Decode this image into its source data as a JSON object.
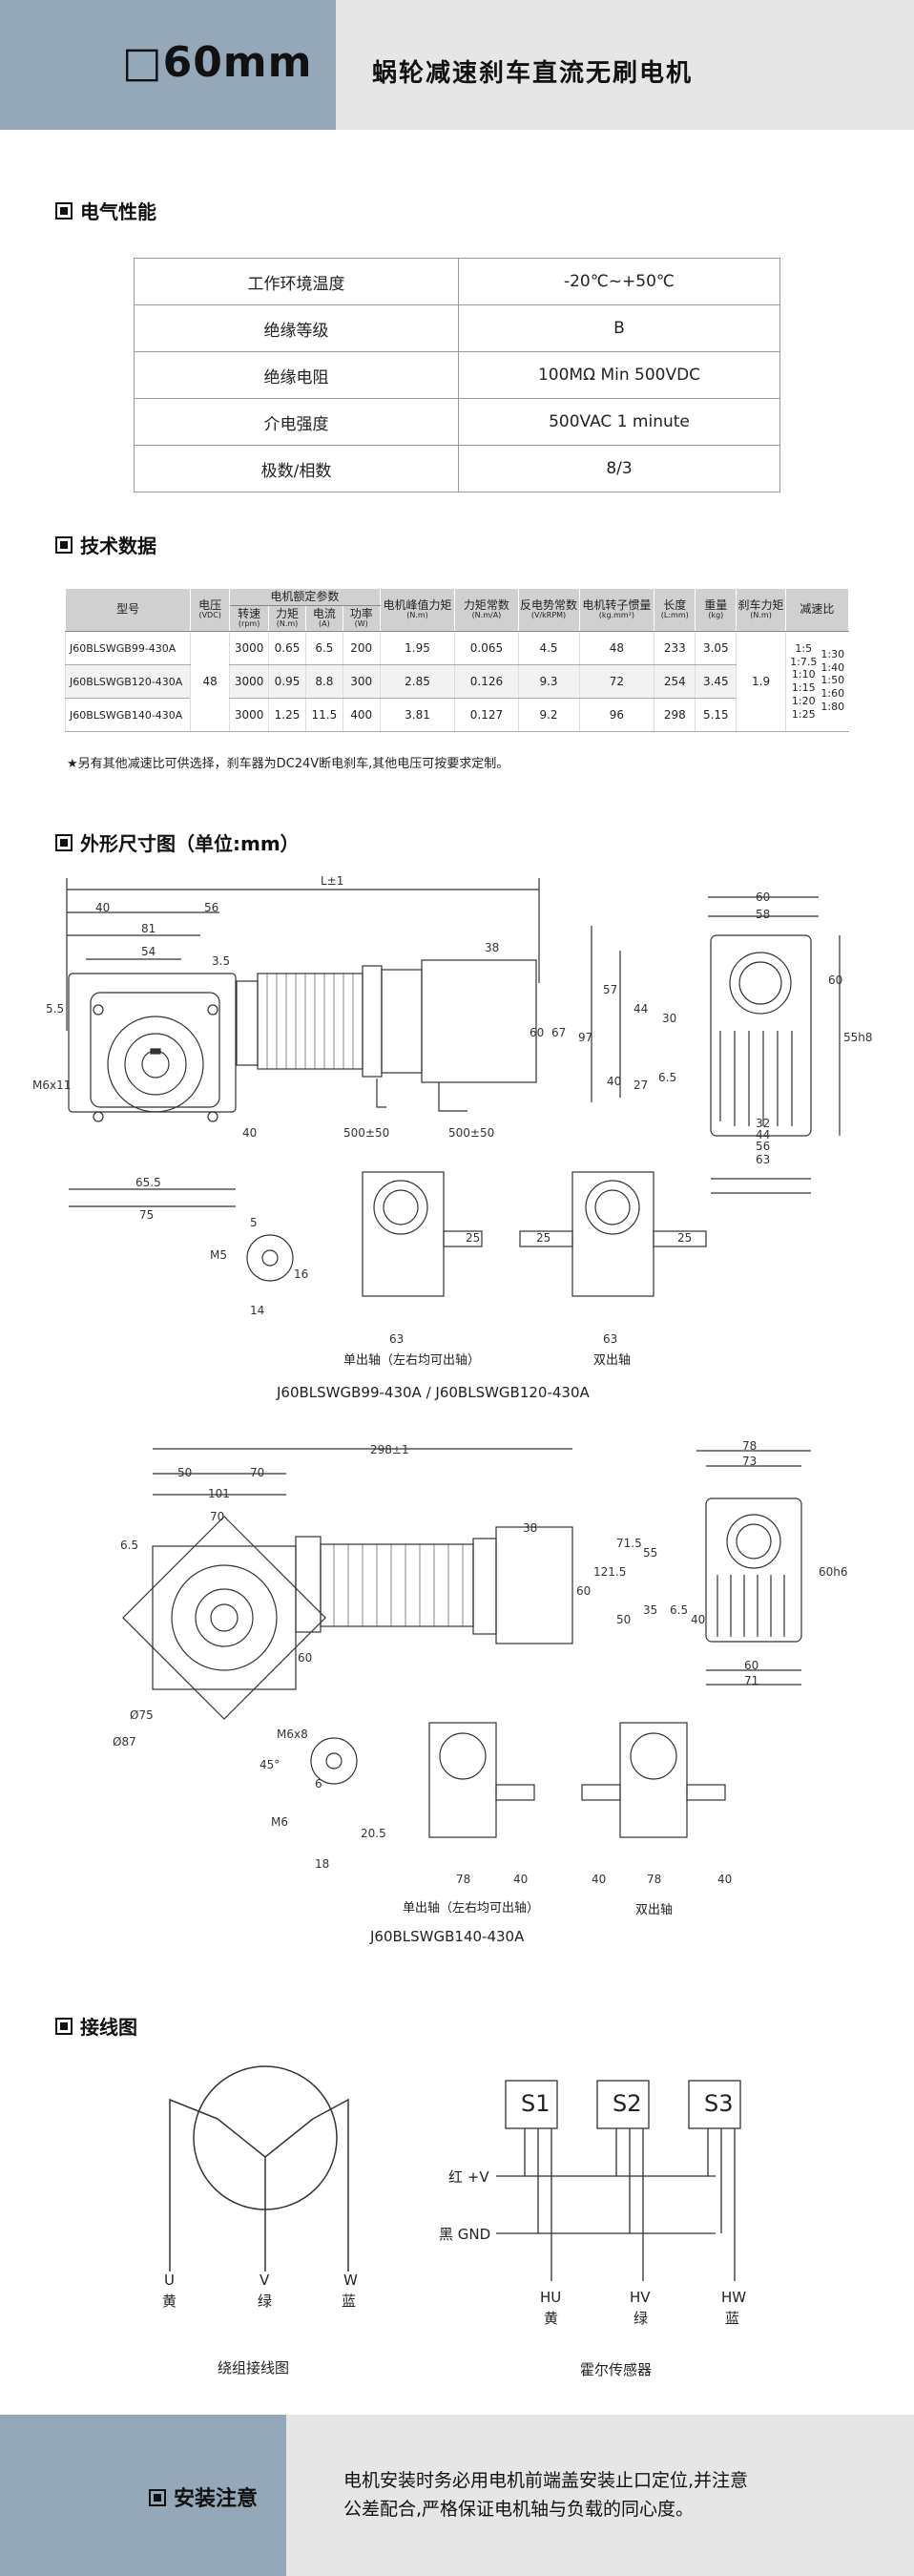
{
  "header": {
    "title": "□60mm",
    "subtitle": "蜗轮减速刹车直流无刷电机"
  },
  "sections": {
    "electrical": "电气性能",
    "tech": "技术数据",
    "dimension": "外形尺寸图（单位:mm）",
    "wiring": "接线图"
  },
  "electrical_rows": [
    {
      "label": "工作环境温度",
      "value": "-20℃~+50℃"
    },
    {
      "label": "绝缘等级",
      "value": "B"
    },
    {
      "label": "绝缘电阻",
      "value": "100MΩ Min 500VDC"
    },
    {
      "label": "介电强度",
      "value": "500VAC 1 minute"
    },
    {
      "label": "极数/相数",
      "value": "8/3"
    }
  ],
  "tech_table": {
    "headers": {
      "model": "型号",
      "voltage": "电压",
      "voltage_unit": "(VDC)",
      "rated": "电机额定参数",
      "speed": "转速",
      "speed_unit": "(rpm)",
      "torque": "力矩",
      "torque_unit": "(N.m)",
      "current": "电流",
      "current_unit": "(A)",
      "power": "功率",
      "power_unit": "(W)",
      "peak": "电机峰值力矩",
      "peak_unit": "(N.m)",
      "kt": "力矩常数",
      "kt_unit": "(N.m/A)",
      "ke": "反电势常数",
      "ke_unit": "(V/kRPM)",
      "inertia": "电机转子惯量",
      "inertia_unit": "(kg.mm²)",
      "length": "长度",
      "length_unit": "(L:mm)",
      "weight": "重量",
      "weight_unit": "(kg)",
      "brake": "刹车力矩",
      "brake_unit": "(N.m)",
      "ratio": "减速比"
    },
    "voltage": "48",
    "brake": "1.9",
    "ratios_a": [
      "1:5",
      "1:7.5",
      "1:10",
      "1:15",
      "1:20",
      "1:25"
    ],
    "ratios_b": [
      "1:30",
      "1:40",
      "1:50",
      "1:60",
      "1:80"
    ],
    "rows": [
      {
        "model": "J60BLSWGB99-430A",
        "speed": "3000",
        "torque": "0.65",
        "current": "6.5",
        "power": "200",
        "peak": "1.95",
        "kt": "0.065",
        "ke": "4.5",
        "inertia": "48",
        "length": "233",
        "weight": "3.05"
      },
      {
        "model": "J60BLSWGB120-430A",
        "speed": "3000",
        "torque": "0.95",
        "current": "8.8",
        "power": "300",
        "peak": "2.85",
        "kt": "0.126",
        "ke": "9.3",
        "inertia": "72",
        "length": "254",
        "weight": "3.45"
      },
      {
        "model": "J60BLSWGB140-430A",
        "speed": "3000",
        "torque": "1.25",
        "current": "11.5",
        "power": "400",
        "peak": "3.81",
        "kt": "0.127",
        "ke": "9.2",
        "inertia": "96",
        "length": "298",
        "weight": "5.15"
      }
    ],
    "note": "★另有其他减速比可供选择，刹车器为DC24V断电刹车,其他电压可按要求定制。"
  },
  "drawing1": {
    "dims": [
      "L±1",
      "40",
      "56",
      "81",
      "54",
      "38",
      "3.5",
      "5.5",
      "M6x11",
      "67",
      "60",
      "40",
      "500±50",
      "500±50",
      "65.5",
      "75",
      "5",
      "M5",
      "16",
      "14",
      "25",
      "25",
      "63",
      "25",
      "63",
      "60",
      "58",
      "97",
      "57",
      "44",
      "30",
      "40",
      "6.5",
      "27",
      "32",
      "44",
      "56",
      "63",
      "60",
      "55h8"
    ],
    "single": "单出轴（左右均可出轴）",
    "double": "双出轴",
    "caption": "J60BLSWGB99-430A  / J60BLSWGB120-430A"
  },
  "drawing2": {
    "dims": [
      "298±1",
      "50",
      "70",
      "101",
      "70",
      "6.5",
      "38",
      "121.5",
      "60",
      "71.5",
      "55",
      "35",
      "50",
      "6.5",
      "60",
      "Ø75",
      "Ø87",
      "M6x8",
      "45°",
      "6",
      "M6",
      "20.5",
      "18",
      "78",
      "40",
      "40",
      "78",
      "40",
      "78",
      "73",
      "60h6",
      "40",
      "60",
      "71"
    ],
    "single": "单出轴（左右均可出轴）",
    "double": "双出轴",
    "caption": "J60BLSWGB140-430A"
  },
  "wiring": {
    "u": "U",
    "u_c": "黄",
    "v": "V",
    "v_c": "绿",
    "w": "W",
    "w_c": "蓝",
    "winding": "绕组接线图",
    "s1": "S1",
    "s2": "S2",
    "s3": "S3",
    "red": "红 +V",
    "black": "黑 GND",
    "hu": "HU",
    "hu_c": "黄",
    "hv": "HV",
    "hv_c": "绿",
    "hw": "HW",
    "hw_c": "蓝",
    "hall": "霍尔传感器"
  },
  "footer": {
    "title": "安装注意",
    "line1": "电机安装时务必用电机前端盖安装止口定位,并注意",
    "line2": "公差配合,严格保证电机轴与负载的同心度。"
  }
}
